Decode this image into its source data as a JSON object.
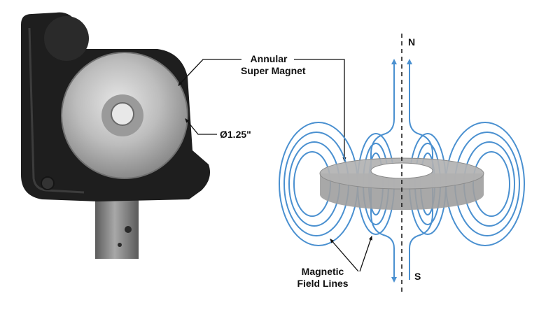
{
  "labels": {
    "magnet_line1": "Annular",
    "magnet_line2": "Super Magnet",
    "diameter": "Ø1.25\"",
    "field_line1": "Magnetic",
    "field_line2": "Field Lines",
    "north": "N",
    "south": "S"
  },
  "colors": {
    "field_line": "#4a90d0",
    "magnet_fill": "#9a9a9a",
    "mount_body": "#1e1e1e",
    "magnet_metal": "#b8b8b8",
    "post": "#7a7a7a"
  }
}
